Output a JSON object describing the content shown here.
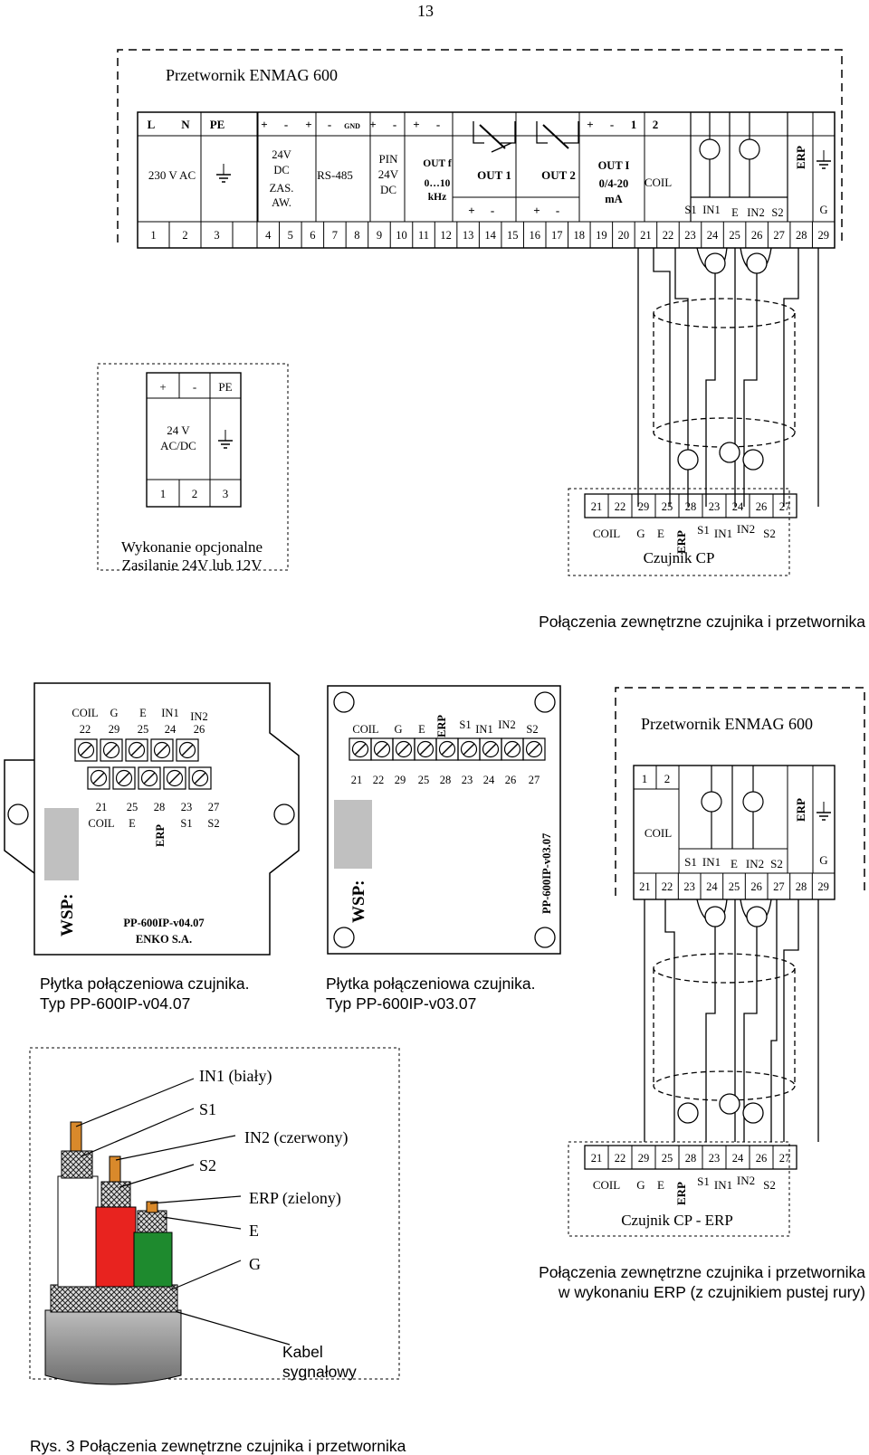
{
  "page_number": "13",
  "top_panel": {
    "title": "Przetwornik  ENMAG 600",
    "header_row": [
      "L",
      "N",
      "PE",
      "+",
      "-",
      "+",
      "-",
      "GND",
      "+",
      "-",
      "+",
      "-",
      "+",
      "-",
      "1",
      "2"
    ],
    "cells": {
      "supply": "230 V AC",
      "aux_power": [
        "24V",
        "DC",
        "ZAS.",
        "AW."
      ],
      "rs485": "RS-485",
      "pin": [
        "PIN",
        "24V",
        "DC"
      ],
      "outf": [
        "OUT f",
        "0…10",
        "kHz"
      ],
      "out1": "OUT 1",
      "out2": "OUT 2",
      "pm": [
        "+",
        "-",
        "+",
        "-"
      ],
      "outi": [
        "OUT I",
        "0/4-20",
        "mA"
      ],
      "coil": "COIL",
      "erp": "ERP",
      "electrodes": [
        "S1",
        "IN1",
        "E",
        "IN2",
        "S2"
      ],
      "g": "G"
    },
    "terminals": [
      "1",
      "2",
      "3",
      "4",
      "5",
      "6",
      "7",
      "8",
      "9",
      "10",
      "11",
      "12",
      "13",
      "14",
      "15",
      "16",
      "17",
      "18",
      "19",
      "20",
      "21",
      "22",
      "23",
      "24",
      "25",
      "26",
      "27",
      "28",
      "29"
    ]
  },
  "optional_supply": {
    "header": [
      "+",
      "-",
      "PE"
    ],
    "body": [
      "24 V",
      "AC/DC"
    ],
    "terminals": [
      "1",
      "2",
      "3"
    ],
    "caption": [
      "Wykonanie opcjonalne",
      "Zasilanie 24V lub 12V"
    ]
  },
  "sensor_cp": {
    "terminals": [
      "21",
      "22",
      "29",
      "25",
      "28",
      "23",
      "24",
      "26",
      "27"
    ],
    "labels": [
      "COIL",
      "G",
      "E",
      "ERP",
      "S1",
      "IN1",
      "IN2",
      "S2"
    ],
    "name": "Czujnik CP"
  },
  "caption_1": "Połączenia zewnętrzne czujnika i przetwornika",
  "board_v04": {
    "top_labels": [
      "COIL",
      "G",
      "E",
      "IN1",
      "IN2"
    ],
    "top_numbers": [
      "22",
      "29",
      "25",
      "24",
      "26"
    ],
    "bottom_numbers": [
      "21",
      "25",
      "28",
      "23",
      "27"
    ],
    "bottom_labels": [
      "COIL",
      "E",
      "ERP",
      "S1",
      "S2"
    ],
    "wsp": "WSP:",
    "model": "PP-600IP-v04.07",
    "maker": "ENKO S.A.",
    "caption": [
      "Płytka połączeniowa czujnika.",
      "Typ PP-600IP-v04.07"
    ]
  },
  "board_v03": {
    "labels": [
      "COIL",
      "G",
      "E",
      "ERP",
      "S1",
      "IN1",
      "IN2",
      "S2"
    ],
    "numbers": [
      "21",
      "22",
      "29",
      "25",
      "28",
      "23",
      "24",
      "26",
      "27"
    ],
    "wsp": "WSP:",
    "model": "PP-600IP-v03.07",
    "caption": [
      "Płytka połączeniowa czujnika.",
      "Typ PP-600IP-v03.07"
    ]
  },
  "enmag_small": {
    "title": "Przetwornik  ENMAG 600",
    "top": [
      "1",
      "2"
    ],
    "coil": "COIL",
    "erp": "ERP",
    "electrodes": [
      "S1",
      "IN1",
      "E",
      "IN2",
      "S2"
    ],
    "g": "G",
    "terminals": [
      "21",
      "22",
      "23",
      "24",
      "25",
      "26",
      "27",
      "28",
      "29"
    ]
  },
  "cable": {
    "labels": [
      "IN1 (biały)",
      "S1",
      "IN2 (czerwony)",
      "S2",
      "ERP (zielony)",
      "E",
      "G"
    ],
    "name": [
      "Kabel",
      "sygnałowy"
    ],
    "colors": {
      "white": "#ffffff",
      "red": "#e8231f",
      "green": "#1e8a2e",
      "copper": "#d9892b",
      "jacket": "#9a9a9a"
    }
  },
  "sensor_cp_erp": {
    "terminals": [
      "21",
      "22",
      "29",
      "25",
      "28",
      "23",
      "24",
      "26",
      "27"
    ],
    "labels": [
      "COIL",
      "G",
      "E",
      "ERP",
      "S1",
      "IN1",
      "IN2",
      "S2"
    ],
    "name": "Czujnik CP - ERP"
  },
  "caption_2": [
    "Połączenia zewnętrzne czujnika i przetwornika",
    "w wykonaniu ERP (z czujnikiem pustej rury)"
  ],
  "figure_caption": "Rys. 3  Połączenia zewnętrzne czujnika i przetwornika"
}
